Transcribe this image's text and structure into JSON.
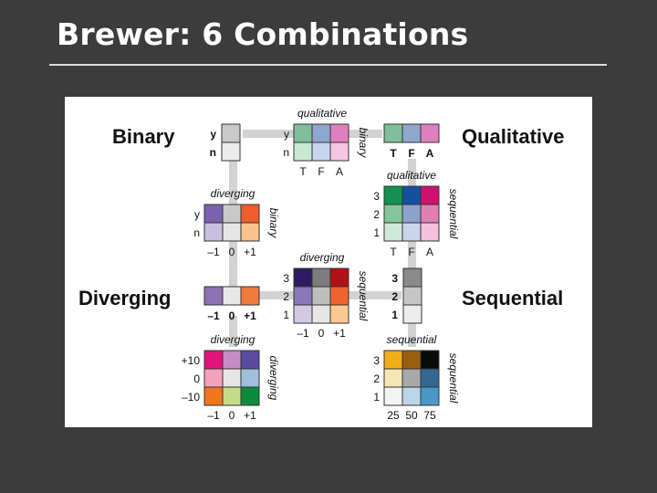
{
  "slide": {
    "title": "Brewer: 6 Combinations"
  },
  "nodes": {
    "binary": "Binary",
    "qualitative": "Qualitative",
    "diverging": "Diverging",
    "sequential": "Sequential"
  },
  "labels": {
    "qualitative": "qualitative",
    "binary": "binary",
    "diverging": "diverging",
    "sequential": "sequential"
  },
  "ticks": {
    "yn": [
      "y",
      "n"
    ],
    "tfa": [
      "T",
      "F",
      "A"
    ],
    "s123": [
      "1",
      "2",
      "3"
    ],
    "div": [
      "–1",
      "0",
      "+1"
    ],
    "div10": [
      "+10",
      "0",
      "–10"
    ],
    "seq": [
      "25",
      "50",
      "75"
    ]
  },
  "colors": {
    "binary_node": [
      "#c9c9c9",
      "#ececec"
    ],
    "qual_node": [
      "#7fbf9a",
      "#8fa6cf",
      "#e07fbf"
    ],
    "div_node": [
      "#8b72b4",
      "#e8e8e8",
      "#f07a3c"
    ],
    "seq_node": [
      "#8a8a8a",
      "#c6c6c6",
      "#ececec"
    ],
    "qual_binary": [
      [
        "#7fbf9a",
        "#8fa6cf",
        "#e07fbf"
      ],
      [
        "#c9e8d3",
        "#c8d6ec",
        "#f4c6e2"
      ]
    ],
    "div_binary": [
      [
        "#7a62ad",
        "#c9c9c9",
        "#ef5d2a"
      ],
      [
        "#c8bfe0",
        "#e6e6e6",
        "#f8c28a"
      ]
    ],
    "qual_seq": [
      [
        "#139152",
        "#164f9e",
        "#d1126d"
      ],
      [
        "#84c59c",
        "#8aa2cd",
        "#e07fb3"
      ],
      [
        "#cde9d7",
        "#c9d6ea",
        "#f3c2dd"
      ]
    ],
    "div_seq": [
      [
        "#2d1b63",
        "#7c7c7c",
        "#b01114"
      ],
      [
        "#8a77b9",
        "#bebebe",
        "#ef6330"
      ],
      [
        "#d3c9e5",
        "#e6e6e6",
        "#fcc88f"
      ]
    ],
    "div_div": [
      [
        "#e0157c",
        "#c78cc6",
        "#5a4aa0"
      ],
      [
        "#f3a2bc",
        "#e6e6e6",
        "#9ec0dc"
      ],
      [
        "#f0761d",
        "#c3dc8c",
        "#0e8a3e"
      ]
    ],
    "seq_seq": [
      [
        "#f0ae1a",
        "#9a5e10",
        "#0a0a0a"
      ],
      [
        "#f4e7b3",
        "#a9a9a9",
        "#336892"
      ],
      [
        "#f3f3f3",
        "#b9d6ea",
        "#4a98c8"
      ]
    ]
  }
}
